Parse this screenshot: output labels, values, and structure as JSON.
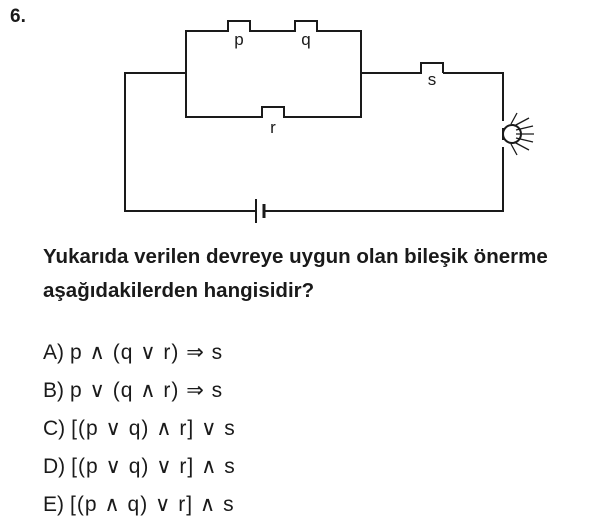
{
  "question_number": "6.",
  "circuit": {
    "switches": {
      "p": "p",
      "q": "q",
      "r": "r",
      "s": "s"
    },
    "icons": [
      "lamp-icon",
      "battery-icon"
    ]
  },
  "question_text": "Yukarıda verilen devreye uygun olan bileşik öner­me aşağıdakilerden hangisidir?",
  "options": [
    {
      "letter": "A)",
      "expression": "p ∧ (q ∨ r) ⇒ s"
    },
    {
      "letter": "B)",
      "expression": "p ∨ (q ∧ r) ⇒ s"
    },
    {
      "letter": "C)",
      "expression": "[(p ∨ q) ∧ r] ∨ s"
    },
    {
      "letter": "D)",
      "expression": "[(p ∨ q) ∨ r] ∧ s"
    },
    {
      "letter": "E)",
      "expression": "[(p ∧ q) ∨ r] ∧ s"
    }
  ]
}
